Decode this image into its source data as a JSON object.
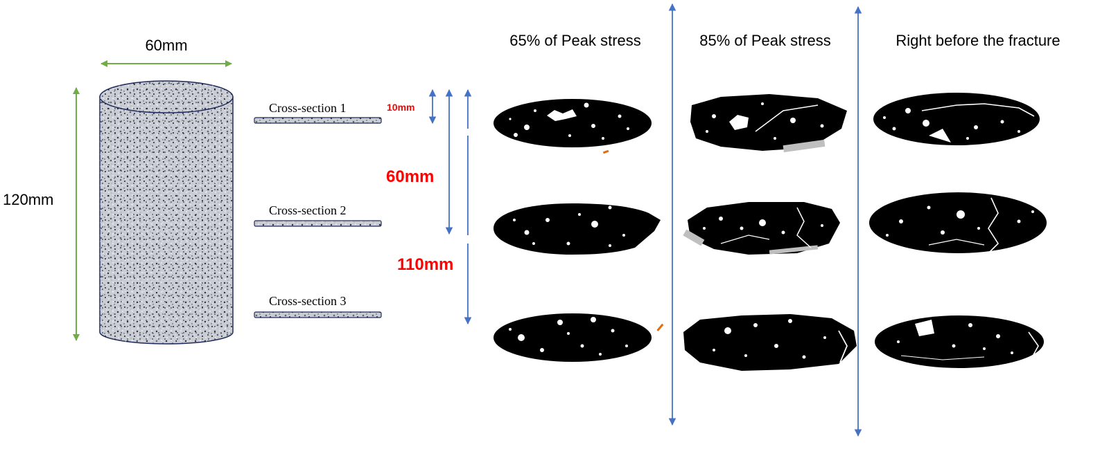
{
  "specimen": {
    "width_label": "60mm",
    "height_label": "120mm",
    "arrow_color": "#70ad47"
  },
  "cross_sections": [
    {
      "label": "Cross-section 1"
    },
    {
      "label": "Cross-section 2"
    },
    {
      "label": "Cross-section 3"
    }
  ],
  "depths": [
    {
      "label": "10mm"
    },
    {
      "label": "60mm"
    },
    {
      "label": "110mm"
    }
  ],
  "stages": [
    {
      "label": "65% of Peak stress"
    },
    {
      "label": "85% of Peak stress"
    },
    {
      "label": "Right before the fracture"
    }
  ],
  "colors": {
    "depth_label": "#ff0000",
    "blue_arrow": "#4472c4",
    "section_fill": "#000000",
    "concrete": "#c9ccd3",
    "outline": "#1f2a5a"
  }
}
